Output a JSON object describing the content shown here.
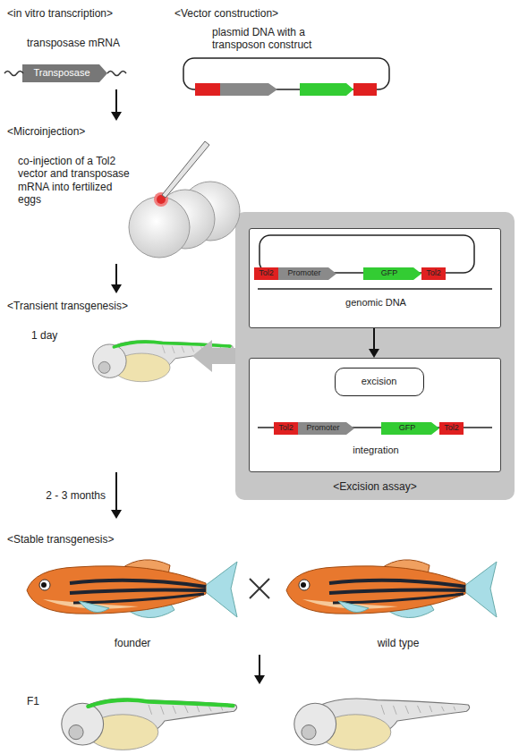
{
  "diagram": {
    "nodes": [
      {
        "text": [
          "<in vitro transcription>",
          "transposase mRNA"
        ]
      },
      {
        "text": [
          "Transposase"
        ],
        "in": 0
      },
      {
        "text": [
          "<Vector construction>",
          "plasmid DNA with a transposon construct"
        ]
      },
      {
        "text": [
          "<Microinjection>",
          "co-injection of a Tol2 vector and transposase mRNA into fertilized eggs"
        ]
      },
      {
        "text": [
          "<Transient transgenesis>",
          "1 day"
        ]
      },
      {
        "text": [
          "<Stable transgenesis>",
          "founder",
          "wild type"
        ]
      },
      {
        "text": [
          "F1"
        ]
      },
      {
        "text": [
          "<Excision assay>"
        ]
      },
      {
        "text": [
          "genomic DNA"
        ],
        "in": 7
      },
      {
        "text": [
          "Tol2"
        ],
        "in": 8
      },
      {
        "text": [
          "Promoter"
        ],
        "in": 8
      },
      {
        "text": [
          "GFP"
        ],
        "in": 8
      },
      {
        "text": [
          "Tol2"
        ],
        "in": 8
      },
      {
        "text": [
          "integration"
        ],
        "in": 7
      },
      {
        "text": [
          "excision"
        ],
        "in": 13
      },
      {
        "text": [
          "Tol2"
        ],
        "in": 13
      },
      {
        "text": [
          "Promoter"
        ],
        "in": 13
      },
      {
        "text": [
          "GFP"
        ],
        "in": 13
      },
      {
        "text": [
          "Tol2"
        ],
        "in": 13
      }
    ],
    "edges": [
      {
        "from": 0,
        "to": 3,
        "arrow": "to"
      },
      {
        "from": 3,
        "to": 4,
        "arrow": "to"
      },
      {
        "from": 7,
        "to": 4,
        "arrow": "to"
      },
      {
        "from": 8,
        "to": 13,
        "arrow": "to"
      },
      {
        "from": 4,
        "to": 5,
        "arrow": "to",
        "label": "2 - 3 months"
      },
      {
        "from": 5,
        "to": 6,
        "arrow": "to"
      }
    ]
  }
}
